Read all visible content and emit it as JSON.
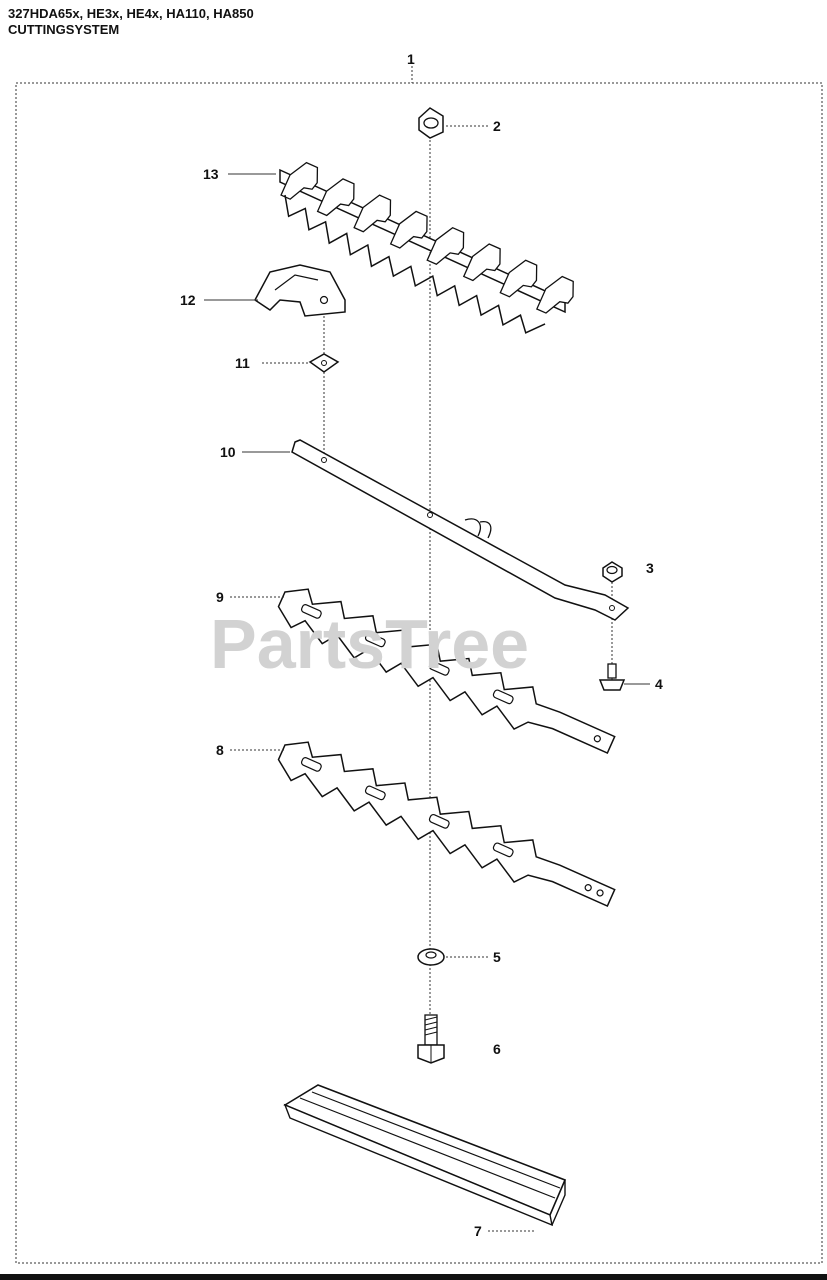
{
  "header": {
    "models": "327HDA65x, HE3x, HE4x, HA110, HA850",
    "section": "CUTTINGSYSTEM"
  },
  "watermark": "PartsTree",
  "callouts": [
    "1",
    "2",
    "3",
    "4",
    "5",
    "6",
    "7",
    "8",
    "9",
    "10",
    "11",
    "12",
    "13"
  ]
}
